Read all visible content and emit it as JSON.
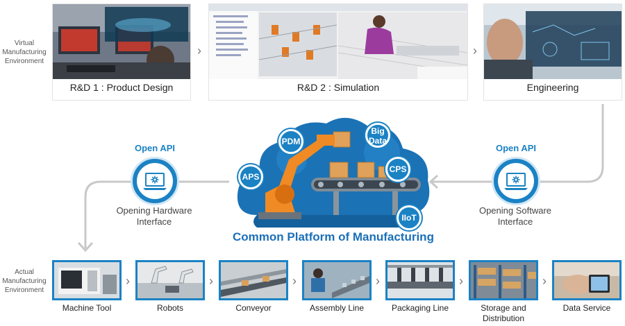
{
  "rows": {
    "virtual": "Virtual Manufacturing Environment",
    "actual": "Actual Manufacturing Environment"
  },
  "virtual_stages": [
    {
      "label": "R&D 1 : Product Design"
    },
    {
      "label": "R&D 2 : Simulation"
    },
    {
      "label": "Engineering"
    }
  ],
  "left_api": {
    "title": "Open API",
    "label": "Opening Hardware Interface"
  },
  "right_api": {
    "title": "Open API",
    "label": "Opening Software Interface"
  },
  "platform": {
    "title": "Common Platform of Manufacturing",
    "badges": [
      "PDM",
      "Big Data",
      "APS",
      "CPS",
      "IIoT"
    ]
  },
  "actual_stages": [
    {
      "label": "Machine Tool"
    },
    {
      "label": "Robots"
    },
    {
      "label": "Conveyor"
    },
    {
      "label": "Assembly Line"
    },
    {
      "label": "Packaging Line"
    },
    {
      "label": "Storage and Distribution"
    },
    {
      "label": "Data Service"
    }
  ],
  "colors": {
    "accent": "#1b82c4",
    "arrow": "#c8c8c8",
    "cloud": "#1b72b5"
  }
}
